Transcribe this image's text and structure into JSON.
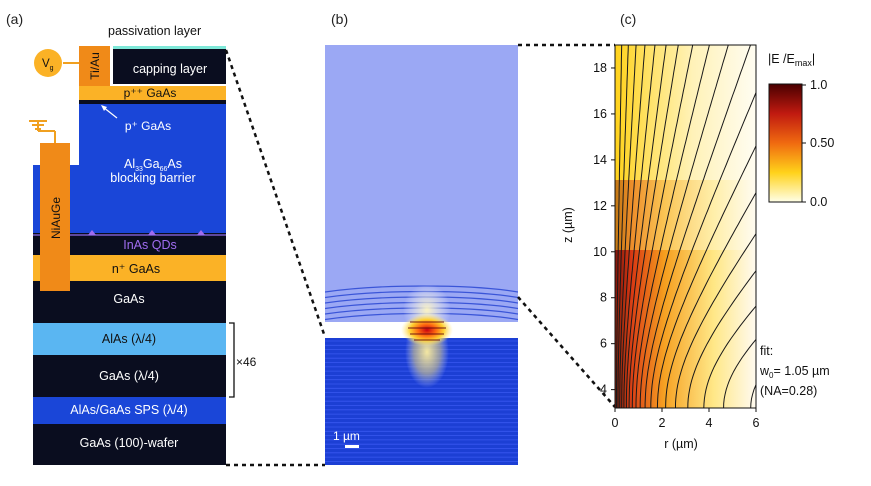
{
  "panels": {
    "a": {
      "label": "(a)",
      "vg_label": "V",
      "vg_sub": "g",
      "passivation": "passivation layer",
      "capping": "capping layer",
      "tiau": "Ti/Au",
      "nialuge": "NiAuGe",
      "ppp_gaas": "p⁺⁺ GaAs",
      "p_gaas": "p⁺ GaAs",
      "algaas_line1_a": "Al",
      "algaas_sub1": "33",
      "algaas_line1_b": "Ga",
      "algaas_sub2": "66",
      "algaas_line1_c": "As",
      "algaas_line2": "blocking barrier",
      "qds": "InAs QDs",
      "n_gaas": "n⁺ GaAs",
      "gaas": "GaAs",
      "alas": "AlAs (λ/4)",
      "gaas_q": "GaAs (λ/4)",
      "sps": "AlAs/GaAs SPS (λ/4)",
      "wafer": "GaAs (100)-wafer",
      "repeat": "×46"
    },
    "b": {
      "label": "(b)",
      "scalebar": "1 µm"
    },
    "c": {
      "label": "(c)",
      "xlabel": "r (µm)",
      "ylabel": "z (µm)",
      "x_ticks": [
        "0",
        "2",
        "4",
        "6"
      ],
      "y_ticks": [
        "4",
        "6",
        "8",
        "10",
        "12",
        "14",
        "16",
        "18"
      ],
      "colorbar_title": "|E /E",
      "colorbar_title_sub": "max",
      "colorbar_title_end": "|",
      "colorbar_ticks": [
        "1.0",
        "0.50",
        "0.0"
      ],
      "fit_line1": "fit:",
      "fit_w": "w",
      "fit_w_sub": "0",
      "fit_w_val": "= 1.05  µm",
      "fit_na": "(NA=0.28)"
    }
  },
  "colors": {
    "dark": "#0a0d1f",
    "blue": "#1a46d8",
    "orange": "#f08a18",
    "gold": "#fbb226",
    "light_blue": "#5ab6f2",
    "qd": "#a06cf0",
    "passivation": "#7ee8d8"
  },
  "chart_data": {
    "type": "heatmap",
    "title": "",
    "xlabel": "r (µm)",
    "ylabel": "z (µm)",
    "xlim": [
      0,
      6
    ],
    "ylim": [
      3.2,
      19
    ],
    "colorbar": {
      "label": "|E /Emax|",
      "ticks": [
        1.0,
        0.5,
        0.0
      ]
    },
    "fit": {
      "w0_um": 1.05,
      "NA": 0.28
    }
  }
}
